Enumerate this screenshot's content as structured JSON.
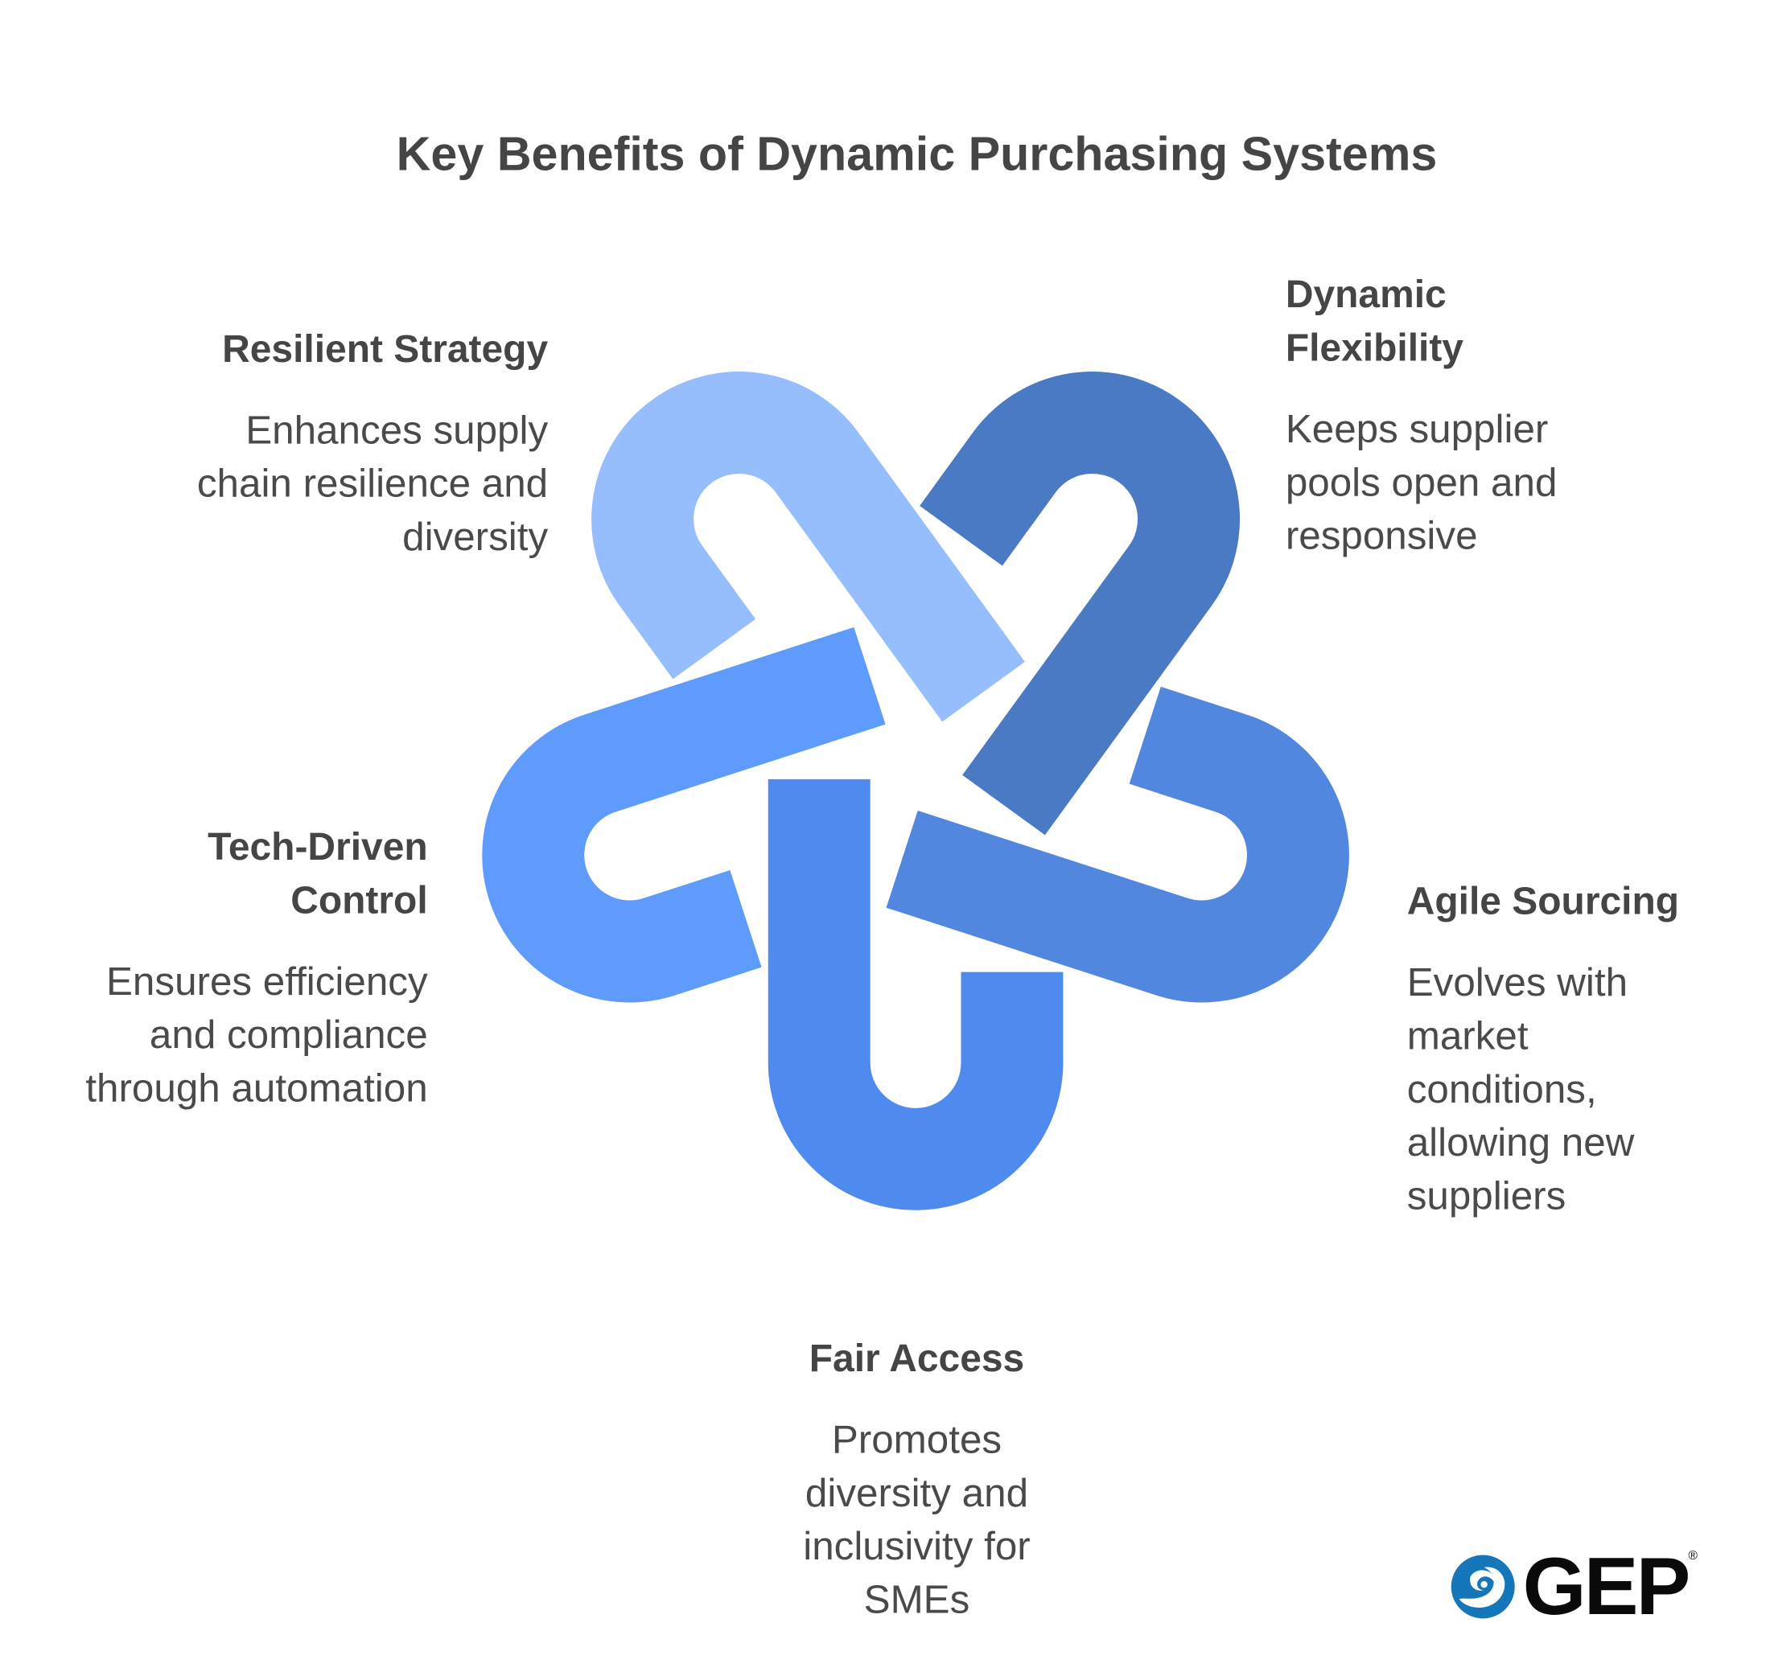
{
  "title": "Key Benefits of Dynamic Purchasing Systems",
  "benefits": [
    {
      "title": "Resilient Strategy",
      "description": "Enhances supply chain resilience and diversity",
      "color": "#96BDFC"
    },
    {
      "title": "Dynamic Flexibility",
      "description": "Keeps supplier pools open and responsive",
      "color": "#4A7AC4"
    },
    {
      "title": "Agile Sourcing",
      "description": "Evolves with market conditions, allowing new suppliers",
      "color": "#5187DE"
    },
    {
      "title": "Fair Access",
      "description": "Promotes diversity and inclusivity for SMEs",
      "color": "#4F8BEE"
    },
    {
      "title": "Tech-Driven Control",
      "description": "Ensures efficiency and compliance through automation",
      "color": "#5E9BFC"
    }
  ],
  "logo": {
    "text": "GEP",
    "registered": "®",
    "color": "#1576BA"
  }
}
